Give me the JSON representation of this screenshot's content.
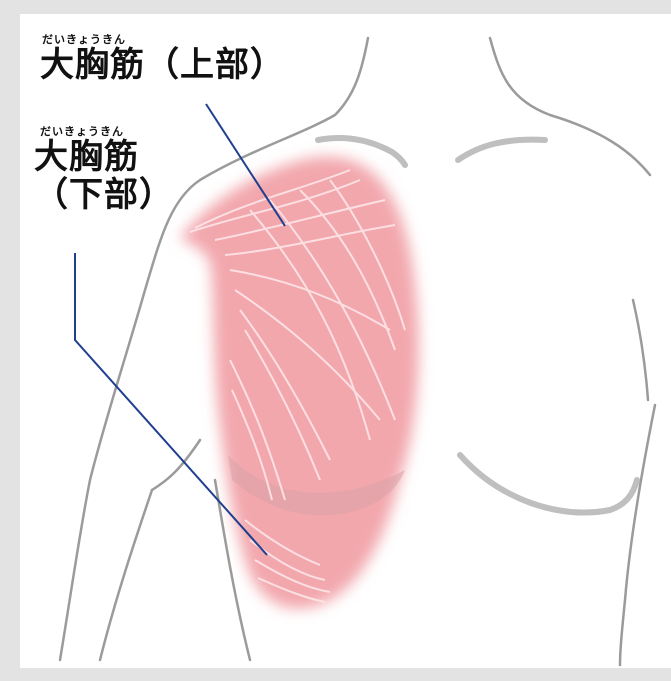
{
  "labels": {
    "upper": {
      "reading": "だいきょうきん",
      "text": "大胸筋（上部）"
    },
    "lower": {
      "reading": "だいきょうきん",
      "line1": "大胸筋",
      "line2": "（下部）"
    }
  },
  "colors": {
    "background": "#e3e3e3",
    "panel": "#ffffff",
    "body_outline": "#9b9b9b",
    "muscle": "#f2a7ad",
    "fiber": "#fbe3e5",
    "leader_line": "#1f3f8f"
  }
}
